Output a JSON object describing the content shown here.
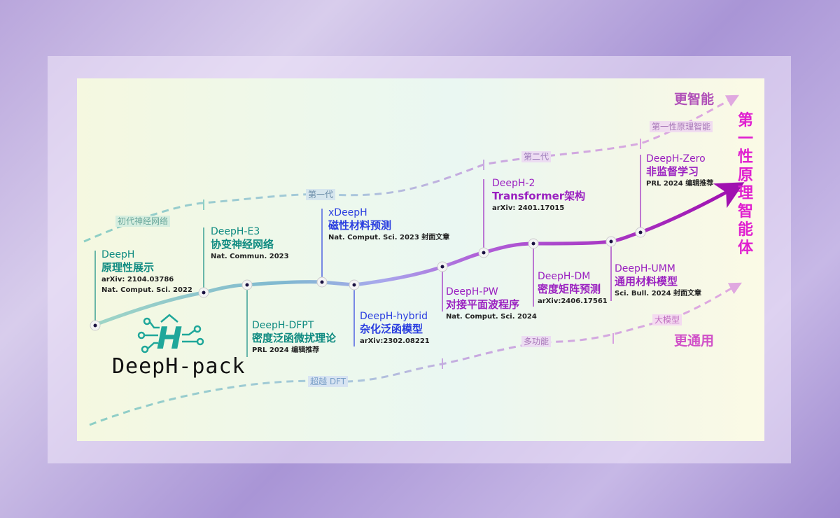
{
  "colors": {
    "teal": "#0e8a80",
    "blue": "#2a3ee0",
    "purple": "#9a20c0",
    "magenta": "#e020d0",
    "dash_teal": "#8ccfc4",
    "dash_purple": "#d8a0e0",
    "logo": "#1fa79a"
  },
  "logo": {
    "text": "DeepH-pack",
    "mark": "H"
  },
  "nodes": [
    {
      "name": "DeepH",
      "title": "原理性展示",
      "refs": [
        "arXiv: 2104.03786",
        "Nat. Comput. Sci. 2022"
      ]
    },
    {
      "name": "DeepH-E3",
      "title": "协变神经网络",
      "refs": [
        "Nat. Commun. 2023"
      ]
    },
    {
      "name": "DeepH-DFPT",
      "title": "密度泛函微扰理论",
      "refs": [
        "PRL 2024 编辑推荐"
      ]
    },
    {
      "name": "xDeepH",
      "title": "磁性材料预测",
      "refs": [
        "Nat. Comput. Sci. 2023 封面文章"
      ]
    },
    {
      "name": "DeepH-hybrid",
      "title": "杂化泛函模型",
      "refs": [
        "arXiv:2302.08221"
      ]
    },
    {
      "name": "DeepH-PW",
      "title": "对接平面波程序",
      "refs": [
        "Nat. Comput. Sci. 2024"
      ]
    },
    {
      "name": "DeepH-2",
      "title": "Transformer架构",
      "refs": [
        "arXiv: 2401.17015"
      ]
    },
    {
      "name": "DeepH-DM",
      "title": "密度矩阵预测",
      "refs": [
        "arXiv:2406.17561"
      ]
    },
    {
      "name": "DeepH-UMM",
      "title": "通用材料模型",
      "refs": [
        "Sci. Bull. 2024 封面文章"
      ]
    },
    {
      "name": "DeepH-Zero",
      "title": "非监督学习",
      "refs": [
        "PRL 2024 编辑推荐"
      ]
    }
  ],
  "upper_track": {
    "labels": [
      "初代神经网络",
      "第一代",
      "第二代",
      "第一性原理智能"
    ],
    "end": "更智能"
  },
  "lower_track": {
    "labels": [
      "超越 DFT",
      "多功能",
      "大模型"
    ],
    "end": "更通用"
  },
  "goal": "第一性原理智能体"
}
